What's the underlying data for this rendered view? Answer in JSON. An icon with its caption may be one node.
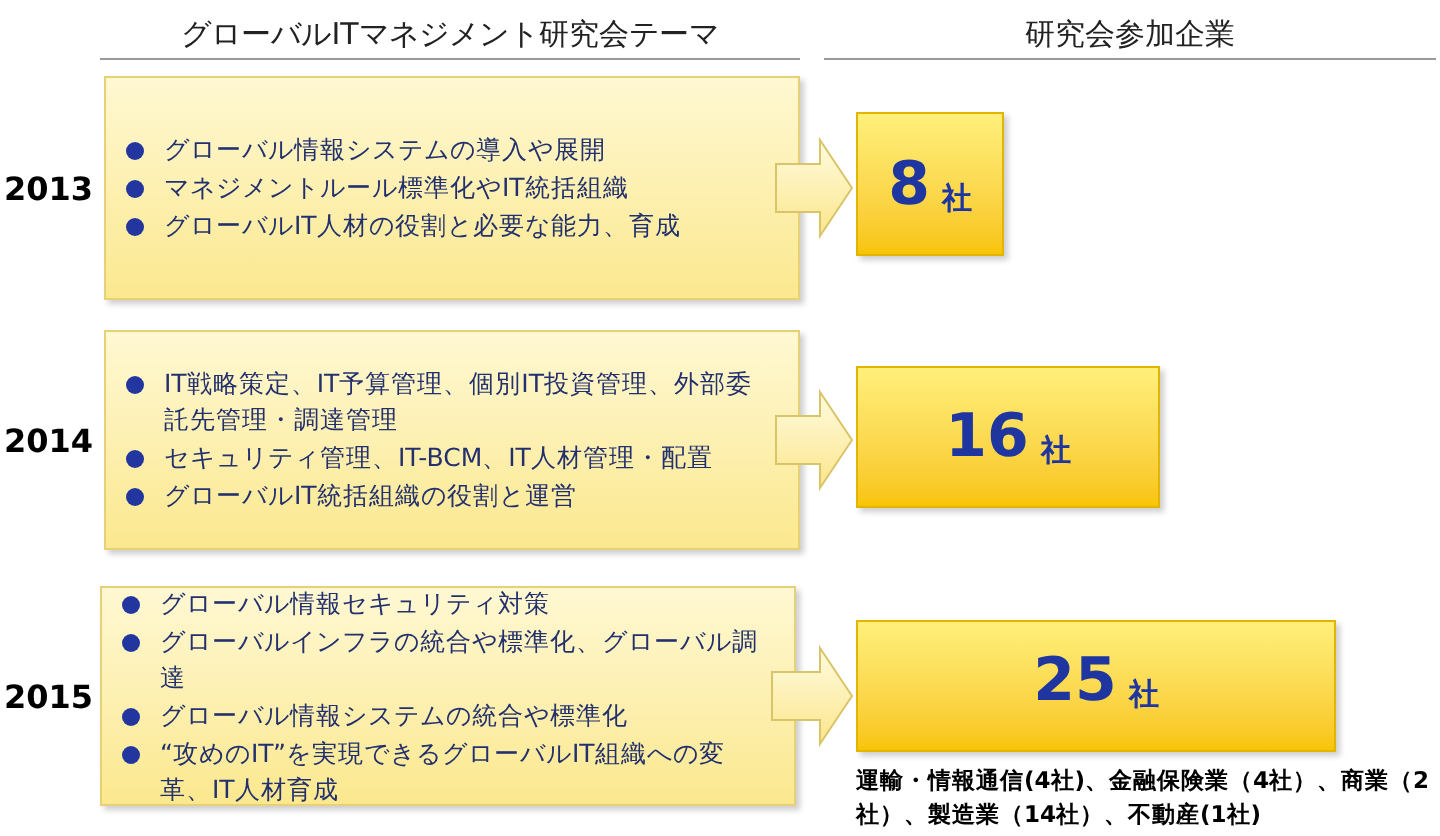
{
  "diagram": {
    "nodes": [
      {
        "text": [
          "グローバル情報システムの導入や展開",
          "マネジメントルール標準化やIT統括組織",
          "グローバルIT人材の役割と必要な能力、育成"
        ],
        "beside": [
          "2013"
        ]
      },
      {
        "text": [
          "8",
          "社"
        ]
      },
      {
        "text": [
          "IT戦略策定、IT予算管理、個別IT投資管理、外部委託先管理・調達管理",
          "セキュリティ管理、IT-BCM、IT人材管理・配置",
          "グローバルIT統括組織の役割と運営"
        ],
        "beside": [
          "2014"
        ]
      },
      {
        "text": [
          "16",
          "社"
        ]
      },
      {
        "text": [
          "グローバル情報セキュリティ対策",
          "グローバルインフラの統合や標準化、グローバル調達",
          "グローバル情報システムの統合や標準化",
          "“攻めのIT”を実現できるグローバルIT組織への変革、IT人材育成"
        ],
        "beside": [
          "2015"
        ]
      },
      {
        "text": [
          "25",
          "社"
        ],
        "beside": [
          "運輸・情報通信(4社)、金融保険業（4社）、商業（2社）、製造業（14社）、不動産(1社)"
        ]
      }
    ],
    "edges": [
      {
        "from": 0,
        "to": 1,
        "arrow": "to"
      },
      {
        "from": 2,
        "to": 3,
        "arrow": "to"
      },
      {
        "from": 4,
        "to": 5,
        "arrow": "to"
      }
    ],
    "labels": [
      "グローバルITマネジメント研究会テーマ",
      "研究会参加企業"
    ]
  }
}
